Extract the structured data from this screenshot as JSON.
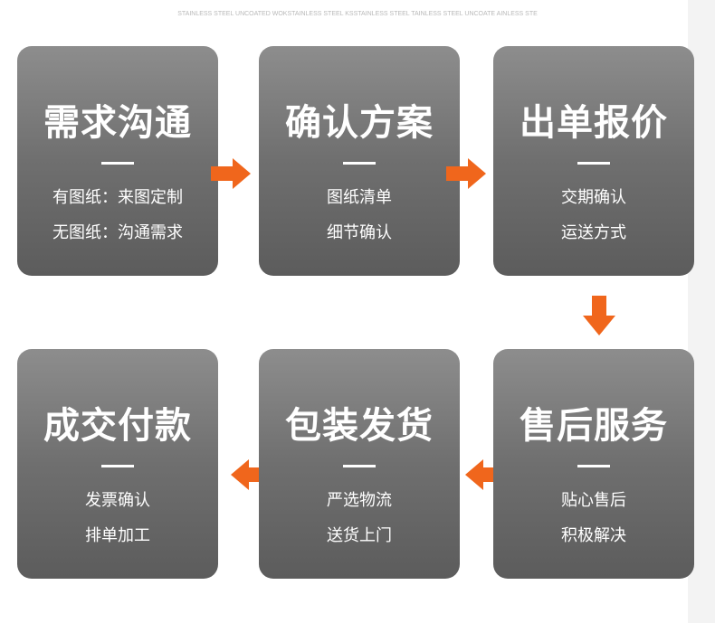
{
  "banner": "STAINLESS STEEL UNCOATED WOKSTAINLESS STEEL KSSTAINLESS STEEL TAINLESS STEEL UNCOATE AINLESS STE",
  "accent_color": "#f0661c",
  "cards": [
    {
      "title": "需求沟通",
      "line1": "有图纸：来图定制",
      "line2": "无图纸：沟通需求"
    },
    {
      "title": "确认方案",
      "line1": "图纸清单",
      "line2": "细节确认"
    },
    {
      "title": "出单报价",
      "line1": "交期确认",
      "line2": "运送方式"
    },
    {
      "title": "售后服务",
      "line1": "贴心售后",
      "line2": "积极解决"
    },
    {
      "title": "包装发货",
      "line1": "严选物流",
      "line2": "送货上门"
    },
    {
      "title": "成交付款",
      "line1": "发票确认",
      "line2": "排单加工"
    }
  ],
  "arrows": [
    {
      "icon": "arrow-right-icon"
    },
    {
      "icon": "arrow-right-icon"
    },
    {
      "icon": "arrow-down-icon"
    },
    {
      "icon": "arrow-left-icon"
    },
    {
      "icon": "arrow-left-icon"
    }
  ]
}
